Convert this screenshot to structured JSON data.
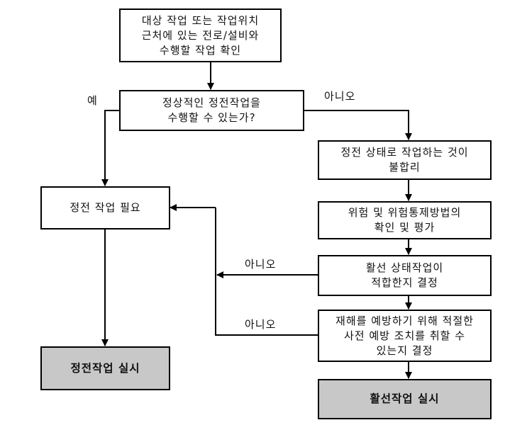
{
  "boxes": {
    "identify": "대상 작업 또는 작업위치\n근처에 있는 전로/설비와\n수행할 작업 확인",
    "question": "정상적인 정전작업을\n수행할 수 있는가?",
    "unreasonable": "정전 상태로 작업하는 것이\n불합리",
    "deenergized_needed": "정전 작업 필요",
    "assess_hazard": "위험 및 위험통제방법의\n확인 및 평가",
    "live_suitable": "활선 상태작업이\n적합한지 결정",
    "prevent_harm": "재해를 예방하기 위해 적절한\n사전 예방 조치를 취할 수\n있는지 결정",
    "do_deenergized": "정전작업 실시",
    "do_live": "활선작업 실시"
  },
  "edge_labels": {
    "yes": "예",
    "no_1": "아니오",
    "no_2": "아니오",
    "no_3": "아니오"
  }
}
